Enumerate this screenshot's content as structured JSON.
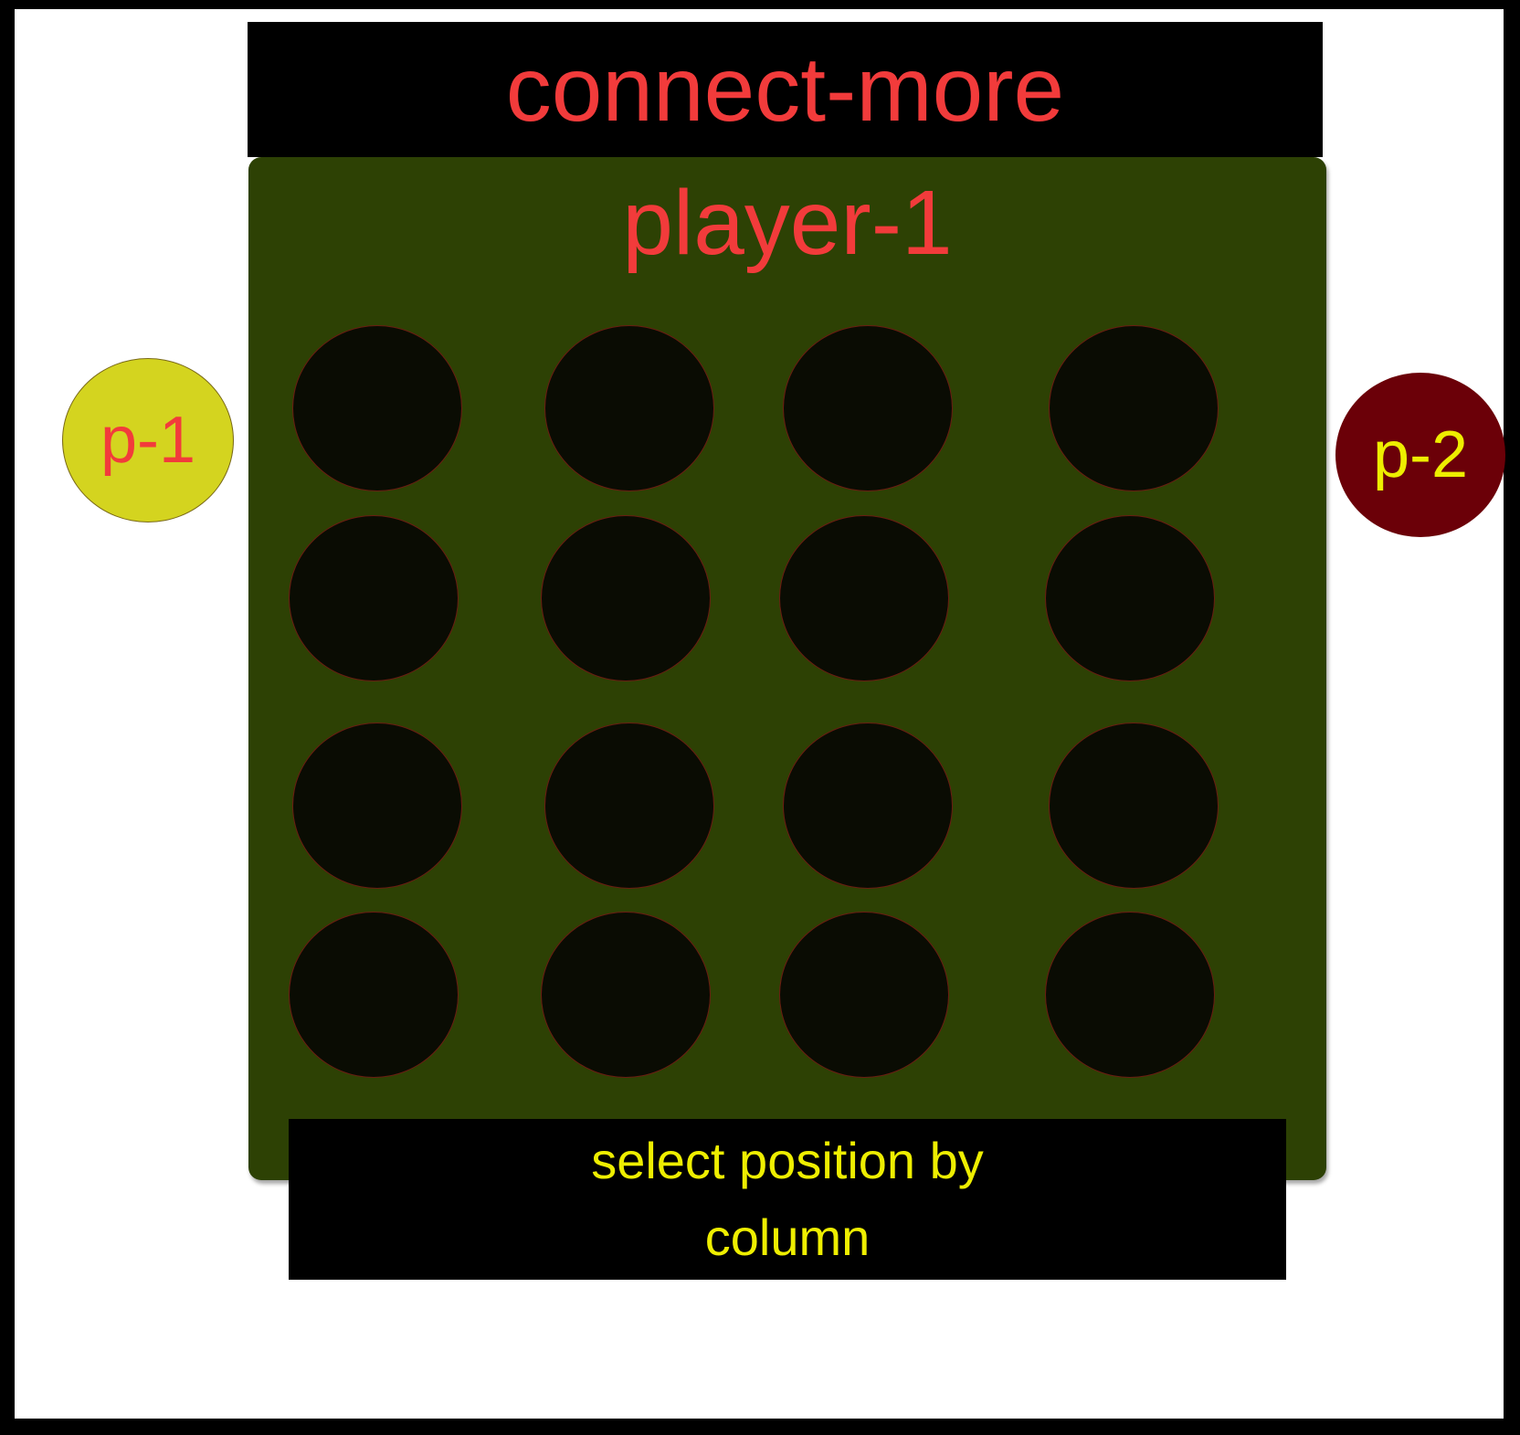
{
  "app": {
    "title": "connect-more"
  },
  "status": {
    "current_player": "player-1",
    "instruction": "select position by column"
  },
  "players": [
    {
      "label": "p-1",
      "color": "#d4d41f",
      "text_color": "#f23b3b"
    },
    {
      "label": "p-2",
      "color": "#6b0008",
      "text_color": "#eeee00"
    }
  ],
  "board": {
    "rows": 4,
    "columns": 4,
    "background_color": "#2d4104",
    "empty_cell_color": "#0a0c03",
    "cells": [
      [
        "empty",
        "empty",
        "empty",
        "empty"
      ],
      [
        "empty",
        "empty",
        "empty",
        "empty"
      ],
      [
        "empty",
        "empty",
        "empty",
        "empty"
      ],
      [
        "empty",
        "empty",
        "empty",
        "empty"
      ]
    ]
  },
  "colors": {
    "title_text": "#f23b3b",
    "instruction_text": "#eeee00",
    "bar_background": "#000000"
  }
}
